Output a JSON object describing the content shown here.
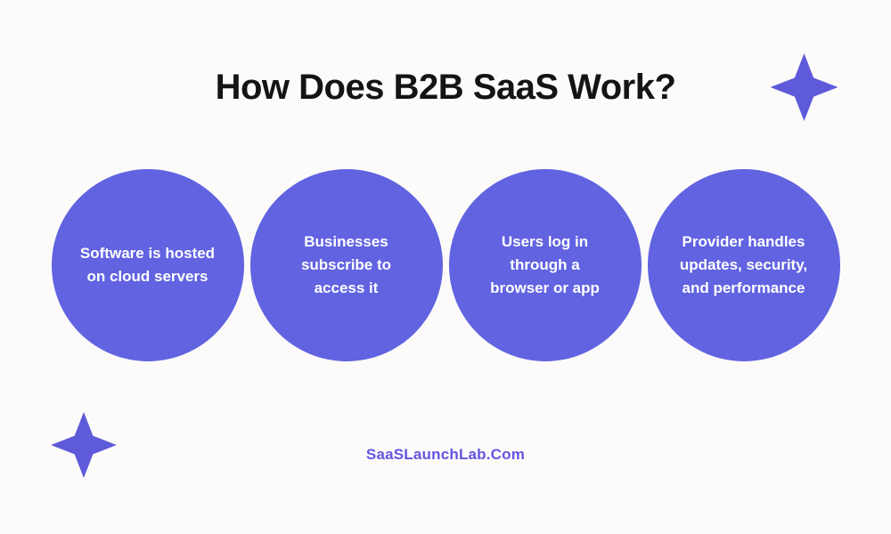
{
  "title": "How Does B2B SaaS Work?",
  "steps": [
    {
      "lines": [
        "Software is hosted",
        "on cloud servers"
      ]
    },
    {
      "lines": [
        "Businesses",
        "subscribe to",
        "access it"
      ]
    },
    {
      "lines": [
        "Users log in",
        "through a",
        "browser or app"
      ]
    },
    {
      "lines": [
        "Provider handles",
        "updates, security,",
        "and performance"
      ]
    }
  ],
  "footer": {
    "brand": "SaaSLaunchLab.Com"
  },
  "icons": {
    "decoration": "four-point-sparkle"
  },
  "colors": {
    "background": "#fcfbfa",
    "circle": "#6163e1",
    "circle_text": "#ffffff",
    "star": "#5f5ad9",
    "title_text": "#141414",
    "brand_text": "#6455e0"
  }
}
